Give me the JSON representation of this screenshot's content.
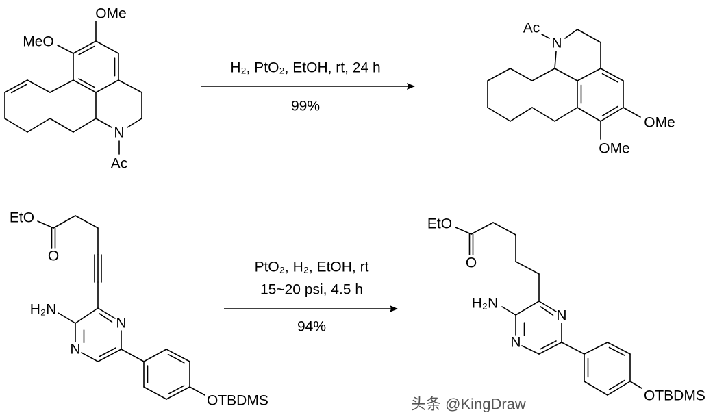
{
  "reaction1": {
    "reactant": {
      "labels": {
        "ome_top": "OMe",
        "meo_left": "MeO",
        "n": "N",
        "ac": "Ac"
      }
    },
    "conditions_above": "H₂, PtO₂, EtOH, rt, 24 h",
    "yield": "99%",
    "product": {
      "labels": {
        "ac": "Ac",
        "n": "N",
        "ome_right": "OMe",
        "ome_bottom": "OMe"
      }
    }
  },
  "reaction2": {
    "reactant": {
      "labels": {
        "eto": "EtO",
        "o_carbonyl": "O",
        "h2n": "H₂N",
        "n4": "N",
        "n1": "N",
        "otbdms": "OTBDMS"
      }
    },
    "conditions_line1": "PtO₂, H₂, EtOH, rt",
    "conditions_line2": "15~20 psi, 4.5 h",
    "yield": "94%",
    "product": {
      "labels": {
        "eto": "EtO",
        "o_carbonyl": "O",
        "h2n": "H₂N",
        "n4": "N",
        "n1": "N",
        "otbdms": "OTBDMS"
      }
    }
  },
  "watermark": "头条 @KingDraw",
  "colors": {
    "ink": "#000000",
    "background": "#ffffff"
  }
}
